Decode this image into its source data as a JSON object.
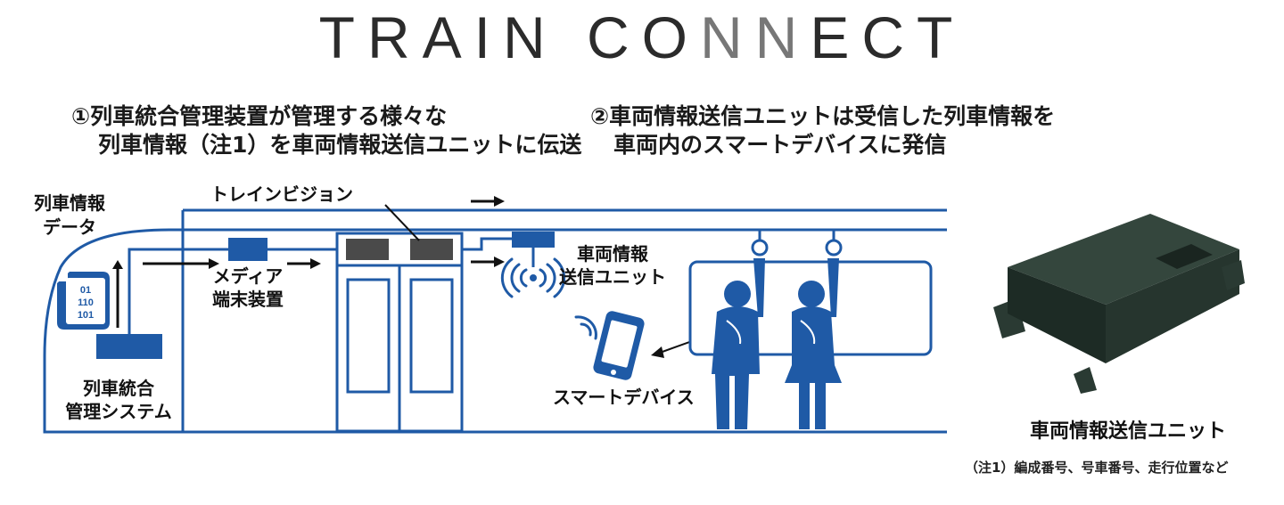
{
  "logo": {
    "part1": "TRAIN CO",
    "part2": "NN",
    "part3": "ECT"
  },
  "steps": {
    "step1_line1": "①列車統合管理装置が管理する様々な",
    "step1_line2": "列車情報（注1）を車両情報送信ユニットに伝送",
    "step2_line1": "②車両情報送信ユニットは受信した列車情報を",
    "step2_line2": "車両内のスマートデバイスに発信"
  },
  "labels": {
    "train_data_1": "列車情報",
    "train_data_2": "データ",
    "data_icon_lines": [
      "01",
      "110",
      "101"
    ],
    "tims_1": "列車統合",
    "tims_2": "管理システム",
    "media_1": "メディア",
    "media_2": "端末装置",
    "train_vision": "トレインビジョン",
    "unit_1": "車両情報",
    "unit_2": "送信ユニット",
    "smart_device": "スマートデバイス"
  },
  "product": {
    "caption": "車両情報送信ユニット"
  },
  "footnote": "（注1）編成番号、号車番号、走行位置など",
  "colors": {
    "blue": "#1f5aa6",
    "navy": "#1b3f7a",
    "dark_box": "#4a4a4a",
    "device_body": "#1f2a24"
  },
  "icons": [
    "data-file-icon",
    "wifi-signal-icon",
    "smartphone-icon",
    "passenger-male-icon",
    "passenger-female-icon",
    "hand-strap-icon"
  ]
}
